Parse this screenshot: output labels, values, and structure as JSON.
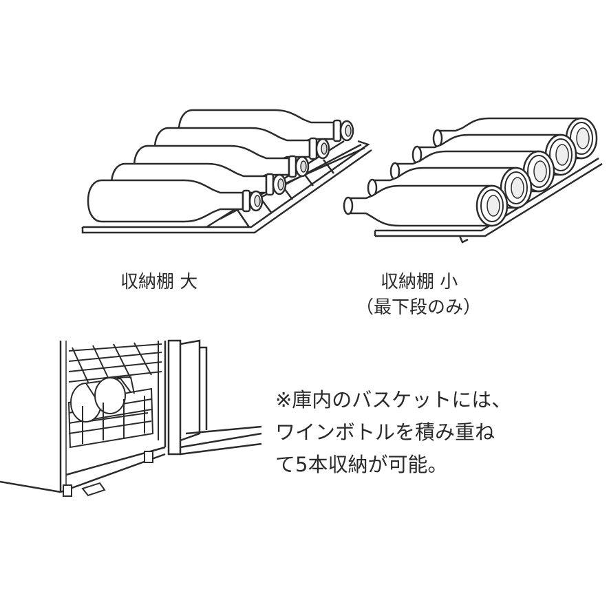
{
  "shelf_large": {
    "label": "収納棚 大"
  },
  "shelf_small": {
    "label": "収納棚 小",
    "sublabel": "（最下段のみ）"
  },
  "note": {
    "line1": "※庫内のバスケットには、",
    "line2": "ワインボトルを積み重ね",
    "line3": "て5本収納が可能。"
  },
  "colors": {
    "line": "#2b2b2b",
    "fill": "#ffffff",
    "shade": "#e8e8e8"
  }
}
